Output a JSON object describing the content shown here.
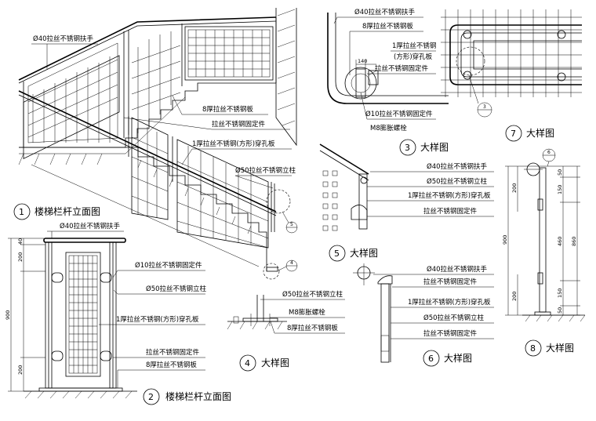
{
  "titles": {
    "t1": {
      "num": "1",
      "text": "楼梯栏杆立面图"
    },
    "t2": {
      "num": "2",
      "text": "楼梯栏杆立面图"
    },
    "t3": {
      "num": "3",
      "text": "大样图"
    },
    "t4": {
      "num": "4",
      "text": "大样图"
    },
    "t5": {
      "num": "5",
      "text": "大样图"
    },
    "t6": {
      "num": "6",
      "text": "大样图"
    },
    "t7": {
      "num": "7",
      "text": "大样图"
    },
    "t8": {
      "num": "8",
      "text": "大样图"
    }
  },
  "v1": {
    "handrail": "Ø40拉丝不锈钢扶手",
    "plate": "8厚拉丝不锈钢板",
    "fixing": "拉丝不锈钢固定件",
    "panel": "1厚拉丝不锈钢(方形)穿孔板",
    "post": "Ø50拉丝不锈钢立柱",
    "ref5": "5",
    "ref4": "4"
  },
  "v2": {
    "handrail": "Ø40拉丝不锈钢扶手",
    "fix10": "Ø10拉丝不锈钢固定件",
    "post": "Ø50拉丝不锈钢立柱",
    "panel": "1厚拉丝不锈钢(方形)穿孔板",
    "fixing": "拉丝不锈钢固定件",
    "plate": "8厚拉丝不锈钢板",
    "dims": {
      "d40": "40",
      "d200a": "200",
      "d900": "900",
      "d200b": "200"
    }
  },
  "v3": {
    "handrail": "Ø40拉丝不锈钢扶手",
    "plate": "8厚拉丝不锈钢板",
    "panel1": "1厚拉丝不锈钢",
    "panel2": "(方形)穿孔板",
    "fixing": "拉丝不锈钢固定件",
    "fix10": "Ø10拉丝不锈钢固定件",
    "bolt": "M8膨胀螺栓",
    "d140": "140"
  },
  "v4": {
    "post": "Ø50拉丝不锈钢立柱",
    "bolt": "M8膨胀螺栓",
    "plate": "8厚拉丝不锈钢板"
  },
  "v5": {
    "handrail": "Ø40拉丝不锈钢扶手",
    "post": "Ø50拉丝不锈钢立柱",
    "panel": "1厚拉丝不锈钢(方形)穿孔板",
    "fixing": "拉丝不锈钢固定件"
  },
  "v6": {
    "handrail": "Ø40拉丝不锈钢扶手",
    "fixing": "拉丝不锈钢固定件",
    "panel": "1厚拉丝不锈钢(方形)穿孔板",
    "post": "Ø50拉丝不锈钢立柱",
    "fixing2": "拉丝不锈钢固定件"
  },
  "v7": {
    "ref3": "3"
  },
  "v8": {
    "ref6": "6",
    "dims": {
      "d200": "200",
      "d50a": "50",
      "d150a": "150",
      "d460": "460",
      "d860": "860",
      "d900": "900",
      "d200b": "200",
      "d150b": "150",
      "d50b": "50"
    }
  }
}
